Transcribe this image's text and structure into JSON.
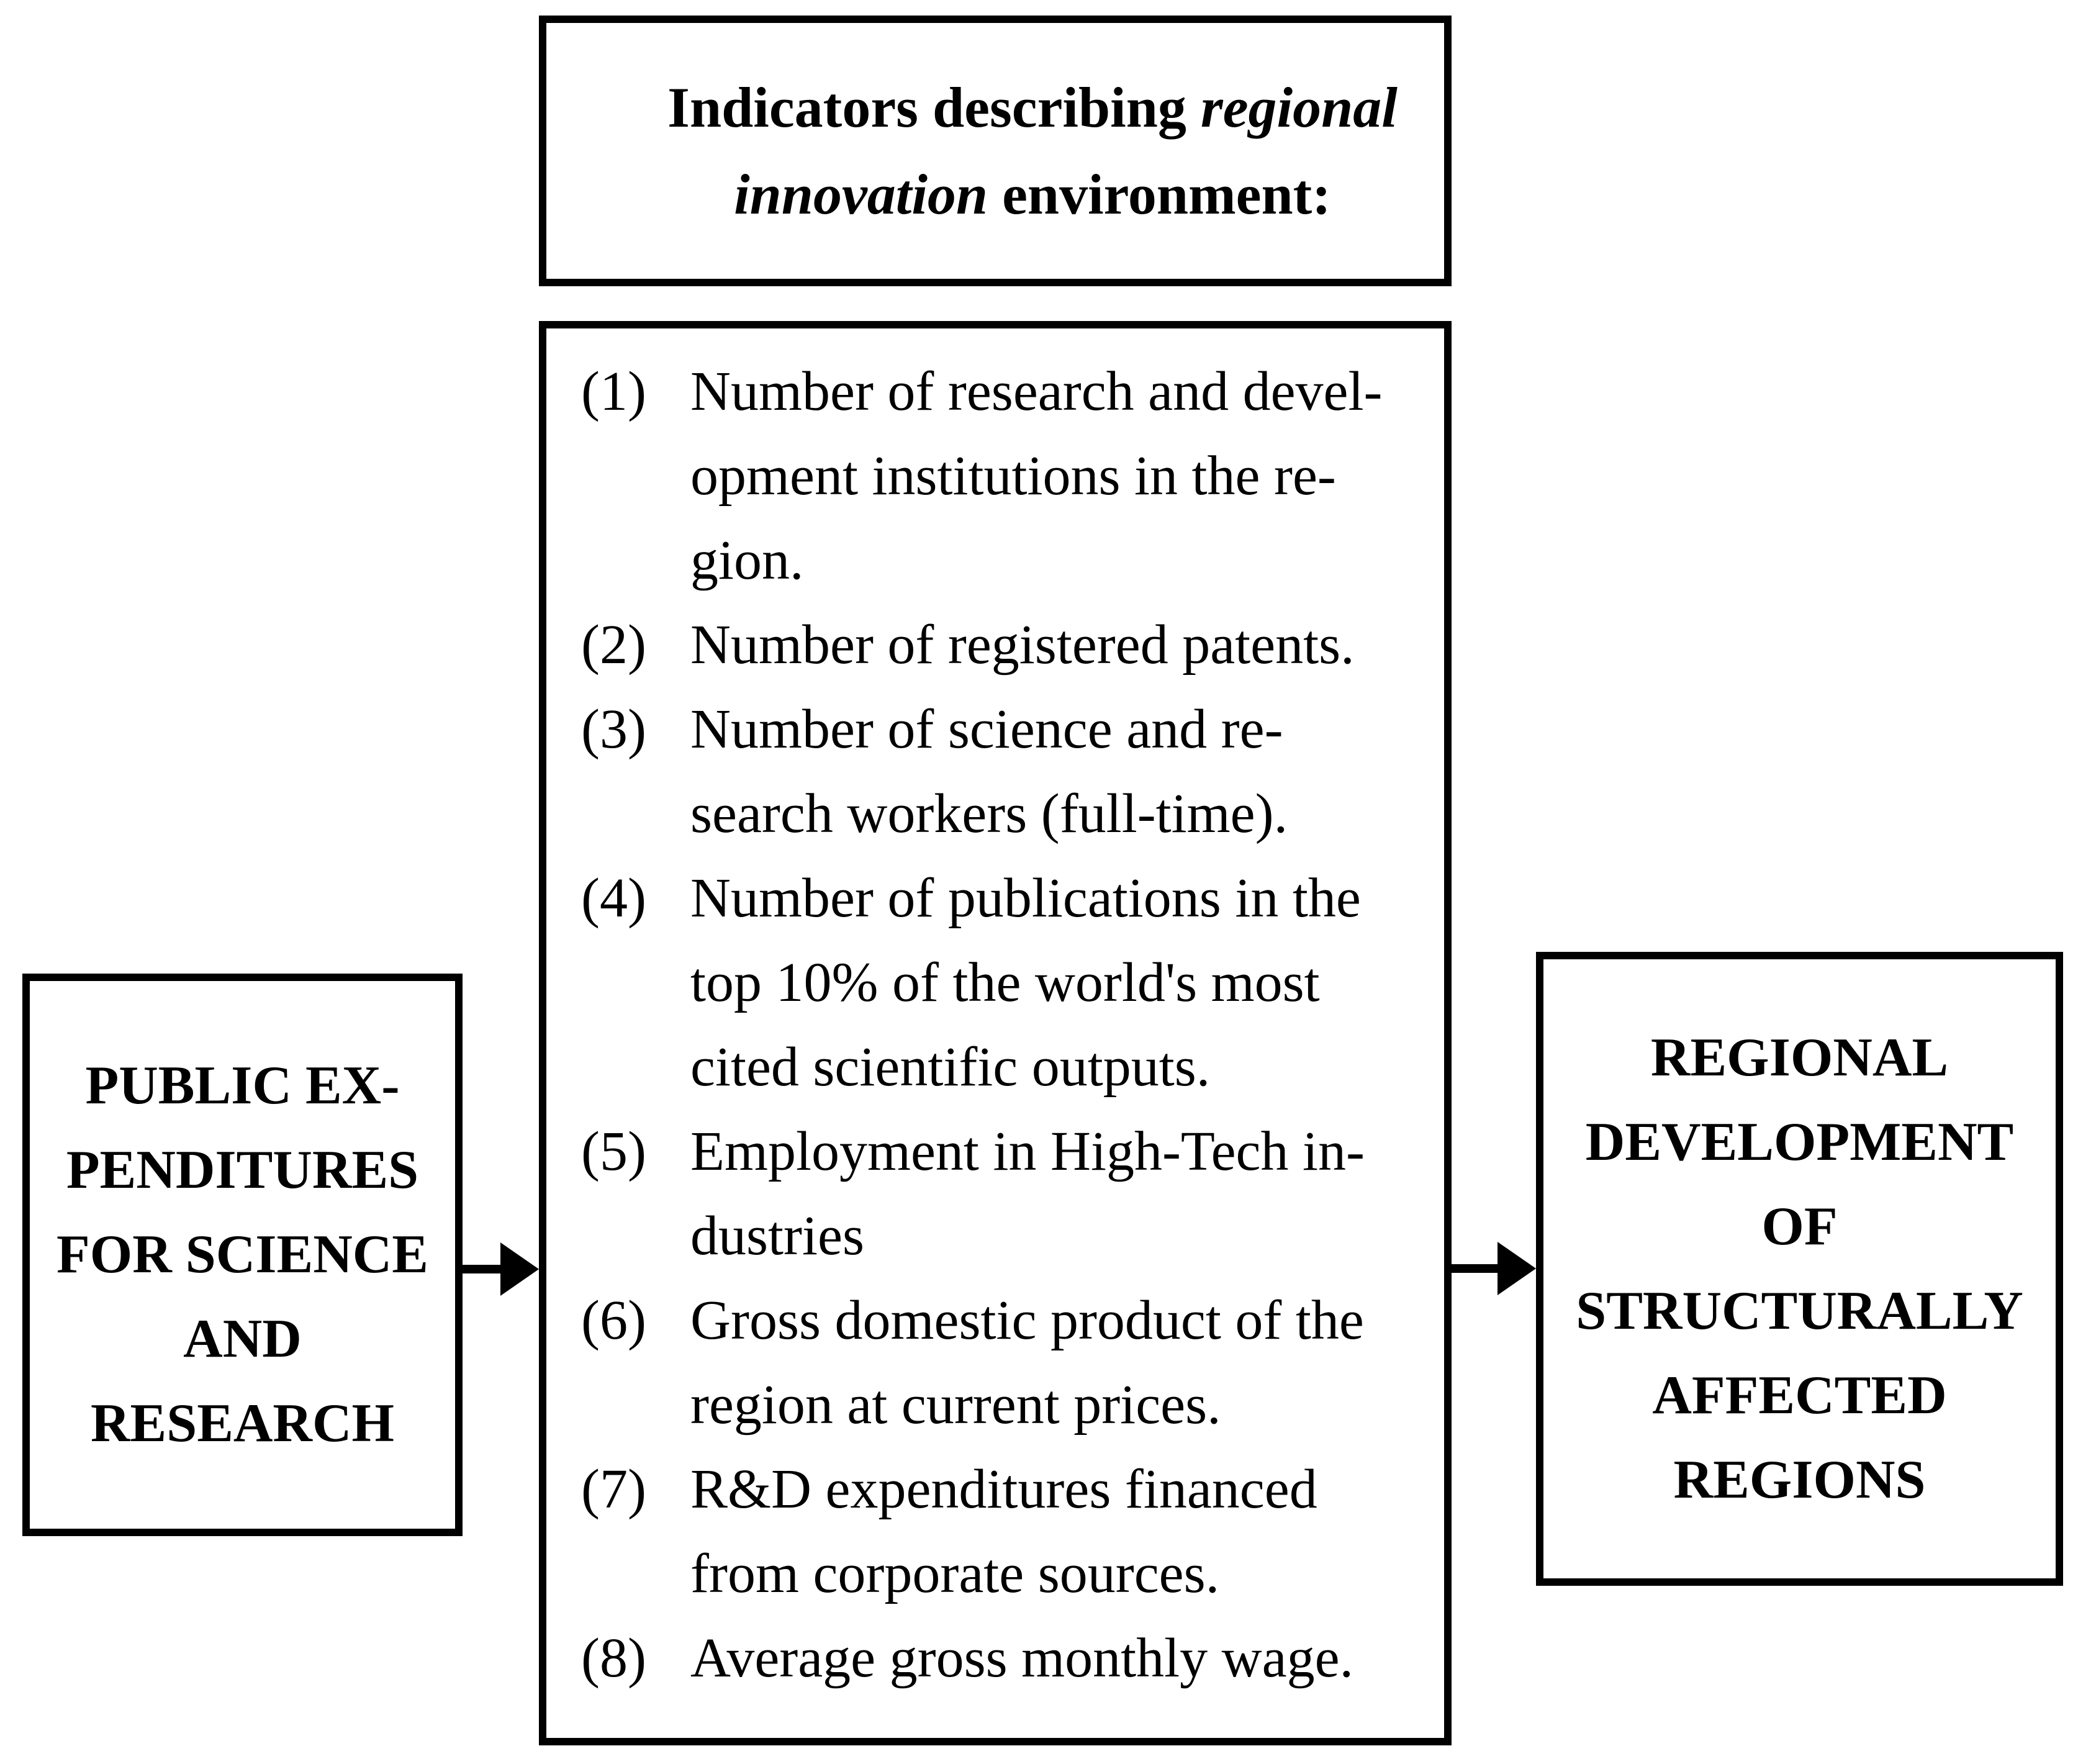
{
  "colors": {
    "ink": "#000000",
    "background": "#ffffff",
    "border": "#000000"
  },
  "top_box": {
    "lines": [
      [
        {
          "text": "Indicators describing ",
          "italic": false
        },
        {
          "text": "regional",
          "italic": true
        }
      ],
      [
        {
          "text": "innovation",
          "italic": true
        },
        {
          "text": " environment:",
          "italic": false
        }
      ]
    ],
    "plain_text": "Indicators describing regional innovation environment:"
  },
  "indicator_list": {
    "items": [
      {
        "num": "(1)",
        "lines": [
          "Number of research and devel-",
          "opment institutions in the re-",
          "gion."
        ]
      },
      {
        "num": "(2)",
        "lines": [
          "Number of registered patents."
        ]
      },
      {
        "num": "(3)",
        "lines": [
          "Number of science and re-",
          "search workers (full-time)."
        ]
      },
      {
        "num": "(4)",
        "lines": [
          "Number of publications in the",
          "top 10% of the world's most",
          "cited scientific outputs."
        ]
      },
      {
        "num": "(5)",
        "lines": [
          "Employment in High-Tech in-",
          "dustries"
        ]
      },
      {
        "num": "(6)",
        "lines": [
          "Gross domestic product of the",
          "region at current prices."
        ]
      },
      {
        "num": "(7)",
        "lines": [
          "R&D expenditures financed",
          "from corporate sources."
        ]
      },
      {
        "num": "(8)",
        "lines": [
          "Average gross monthly wage."
        ]
      }
    ]
  },
  "left_box": {
    "text": "PUBLIC EX-\nPENDITURES\nFOR SCIENCE\nAND RESEARCH"
  },
  "right_box": {
    "text": "REGIONAL\nDEVELOPMENT\nOF\nSTRUCTURALLY\nAFFECTED\nREGIONS"
  }
}
